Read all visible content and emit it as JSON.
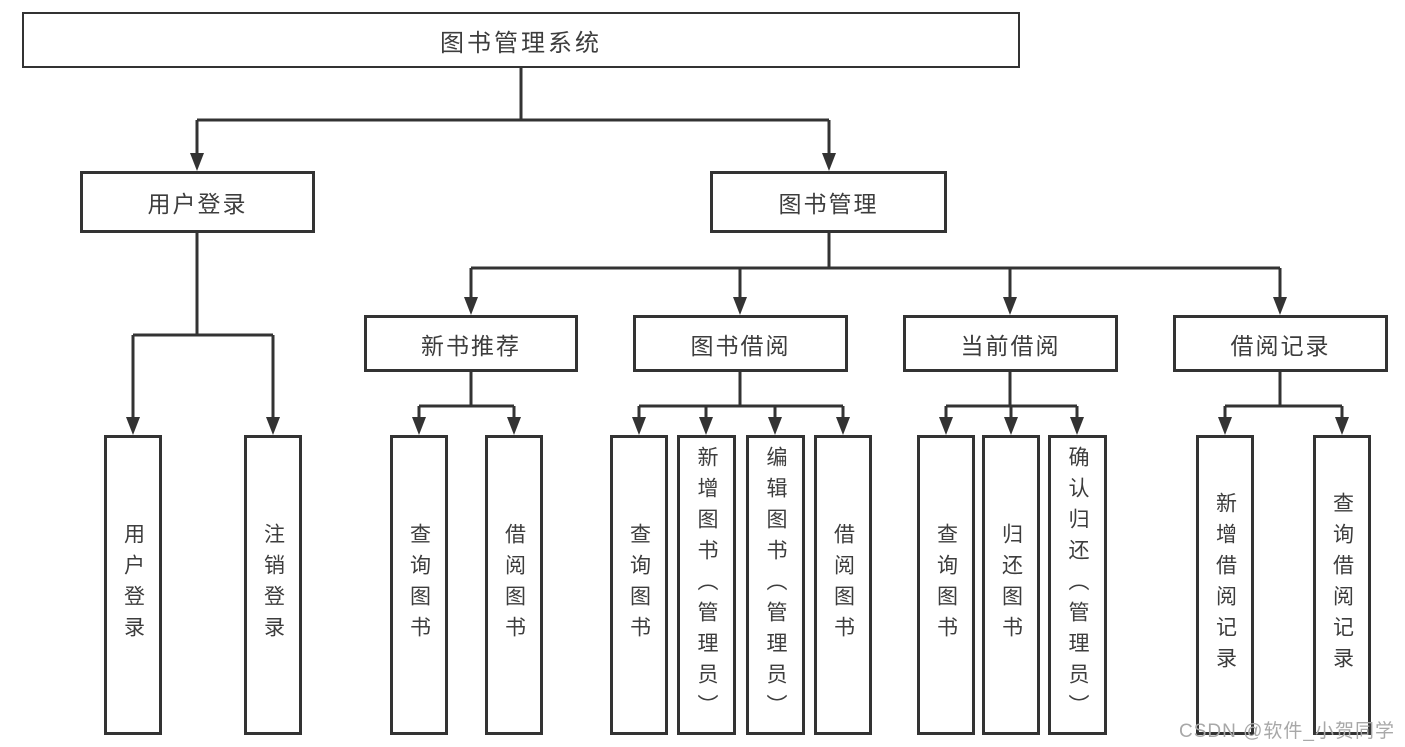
{
  "diagram": {
    "type": "tree",
    "title": "图书管理系统",
    "colors": {
      "line": "#333333",
      "box_border": "#333333",
      "box_background": "#ffffff",
      "text": "#3d3d3d",
      "watermark": "#a8a8a8",
      "page_background": "#ffffff"
    },
    "nodes": {
      "root": {
        "label": "图书管理系统"
      },
      "user_login": {
        "label": "用户登录"
      },
      "book_mgmt": {
        "label": "图书管理"
      },
      "new_rec": {
        "label": "新书推荐"
      },
      "borrow": {
        "label": "图书借阅"
      },
      "current": {
        "label": "当前借阅"
      },
      "records": {
        "label": "借阅记录"
      },
      "login_login": {
        "label": "用户登录"
      },
      "login_logout": {
        "label": "注销登录"
      },
      "rec_query": {
        "label": "查询图书"
      },
      "rec_borrow": {
        "label": "借阅图书"
      },
      "borrow_query": {
        "label": "查询图书"
      },
      "borrow_add": {
        "label": "新增图书（管理员）"
      },
      "borrow_edit": {
        "label": "编辑图书（管理员）"
      },
      "borrow_borrow": {
        "label": "借阅图书"
      },
      "cur_query": {
        "label": "查询图书"
      },
      "cur_return": {
        "label": "归还图书"
      },
      "cur_confirm": {
        "label": "确认归还（管理员）"
      },
      "rcd_add": {
        "label": "新增借阅记录"
      },
      "rcd_query": {
        "label": "查询借阅记录"
      }
    },
    "hierarchy": {
      "图书管理系统": {
        "用户登录": [
          "用户登录",
          "注销登录"
        ],
        "图书管理": {
          "新书推荐": [
            "查询图书",
            "借阅图书"
          ],
          "图书借阅": [
            "查询图书",
            "新增图书（管理员）",
            "编辑图书（管理员）",
            "借阅图书"
          ],
          "当前借阅": [
            "查询图书",
            "归还图书",
            "确认归还（管理员）"
          ],
          "借阅记录": [
            "新增借阅记录",
            "查询借阅记录"
          ]
        }
      }
    }
  },
  "watermark": {
    "text": "CSDN @软件_小贺同学"
  }
}
